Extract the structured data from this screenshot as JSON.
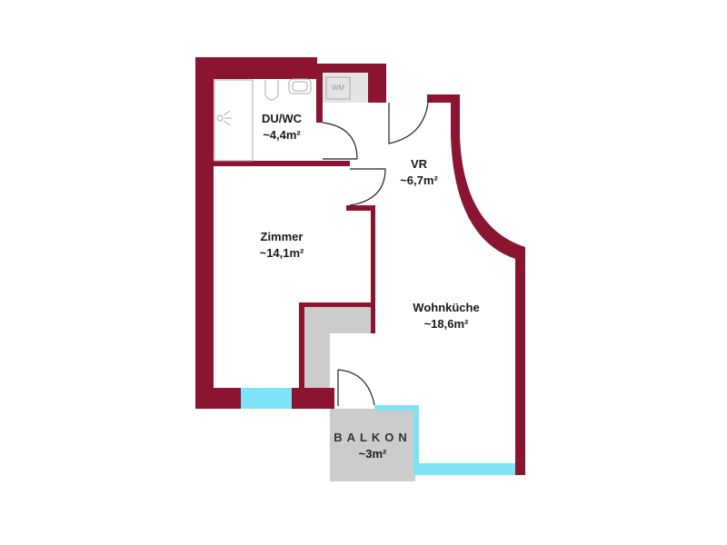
{
  "colors": {
    "wall": "#8b1530",
    "window": "#7fe3f8",
    "fixture": "#cccccc"
  },
  "rooms": [
    {
      "name": "DU/WC",
      "area": "~4,4m²"
    },
    {
      "name": "VR",
      "area": "~6,7m²"
    },
    {
      "name": "Zimmer",
      "area": "~14,1m²"
    },
    {
      "name": "Wohnküche",
      "area": "~18,6m²"
    },
    {
      "name": "BALKON",
      "area": "~3m²"
    }
  ],
  "fixtures": {
    "washing_machine": "WM"
  }
}
